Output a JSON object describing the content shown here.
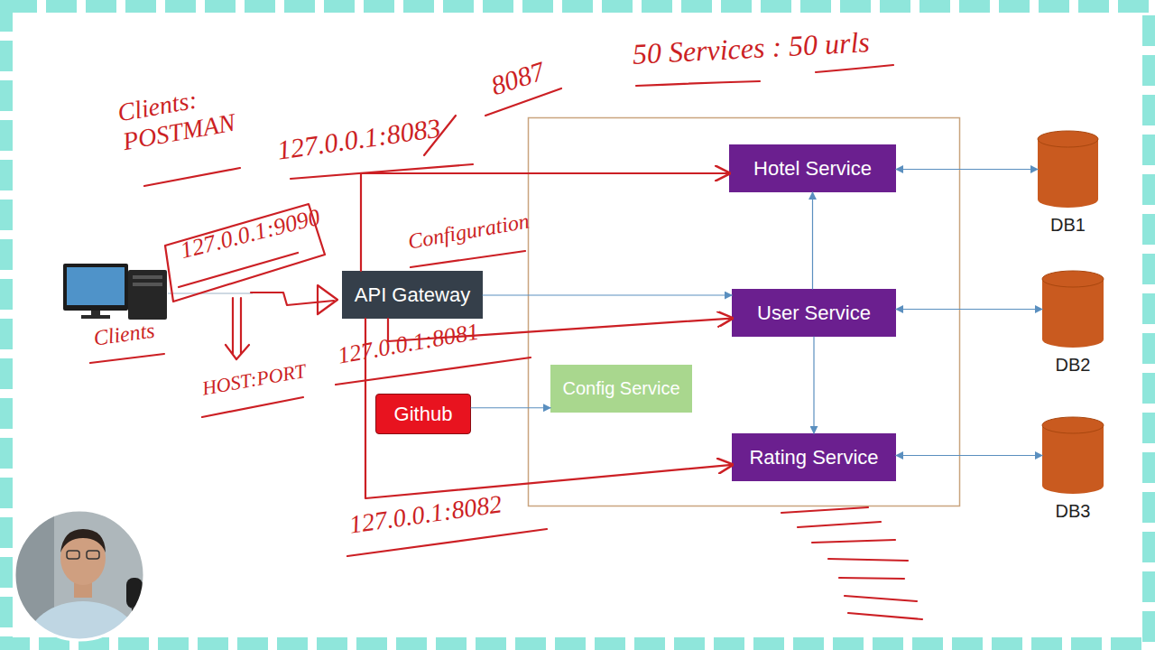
{
  "diagram": {
    "nodes": [
      {
        "text": [
          "Hotel Service"
        ]
      },
      {
        "text": [
          "DB1"
        ]
      },
      {
        "text": [
          "API Gateway"
        ]
      },
      {
        "text": [
          "User Service"
        ]
      },
      {
        "text": [
          "DB2"
        ]
      },
      {
        "text": [
          "Config Service"
        ]
      },
      {
        "text": [
          "Github"
        ]
      },
      {
        "text": [
          "Rating Service"
        ]
      },
      {
        "text": [
          "DB3"
        ]
      }
    ],
    "edges": [
      {
        "from": 0,
        "to": 1,
        "arrow": "both"
      },
      {
        "from": 3,
        "to": 4,
        "arrow": "both"
      },
      {
        "from": 7,
        "to": 8,
        "arrow": "both"
      },
      {
        "from": 3,
        "to": 0,
        "arrow": "to"
      },
      {
        "from": 3,
        "to": 7,
        "arrow": "to"
      },
      {
        "from": 2,
        "to": 3,
        "arrow": "to"
      },
      {
        "from": 6,
        "to": 5,
        "arrow": "to"
      },
      {
        "from": 2,
        "to": 0,
        "arrow": "to",
        "label": "127.0.0.1:8083"
      },
      {
        "from": 2,
        "to": 3,
        "arrow": "to",
        "label": "127.0.0.1:8081"
      },
      {
        "from": 2,
        "to": 7,
        "arrow": "to",
        "label": "127.0.0.1:8082"
      }
    ],
    "labels": [
      "50 Services : 50 urls",
      "Clients: POSTMAN",
      "8087",
      "127.0.0.1:9090",
      "Configuration",
      "HOST:PORT",
      "Clients"
    ]
  }
}
